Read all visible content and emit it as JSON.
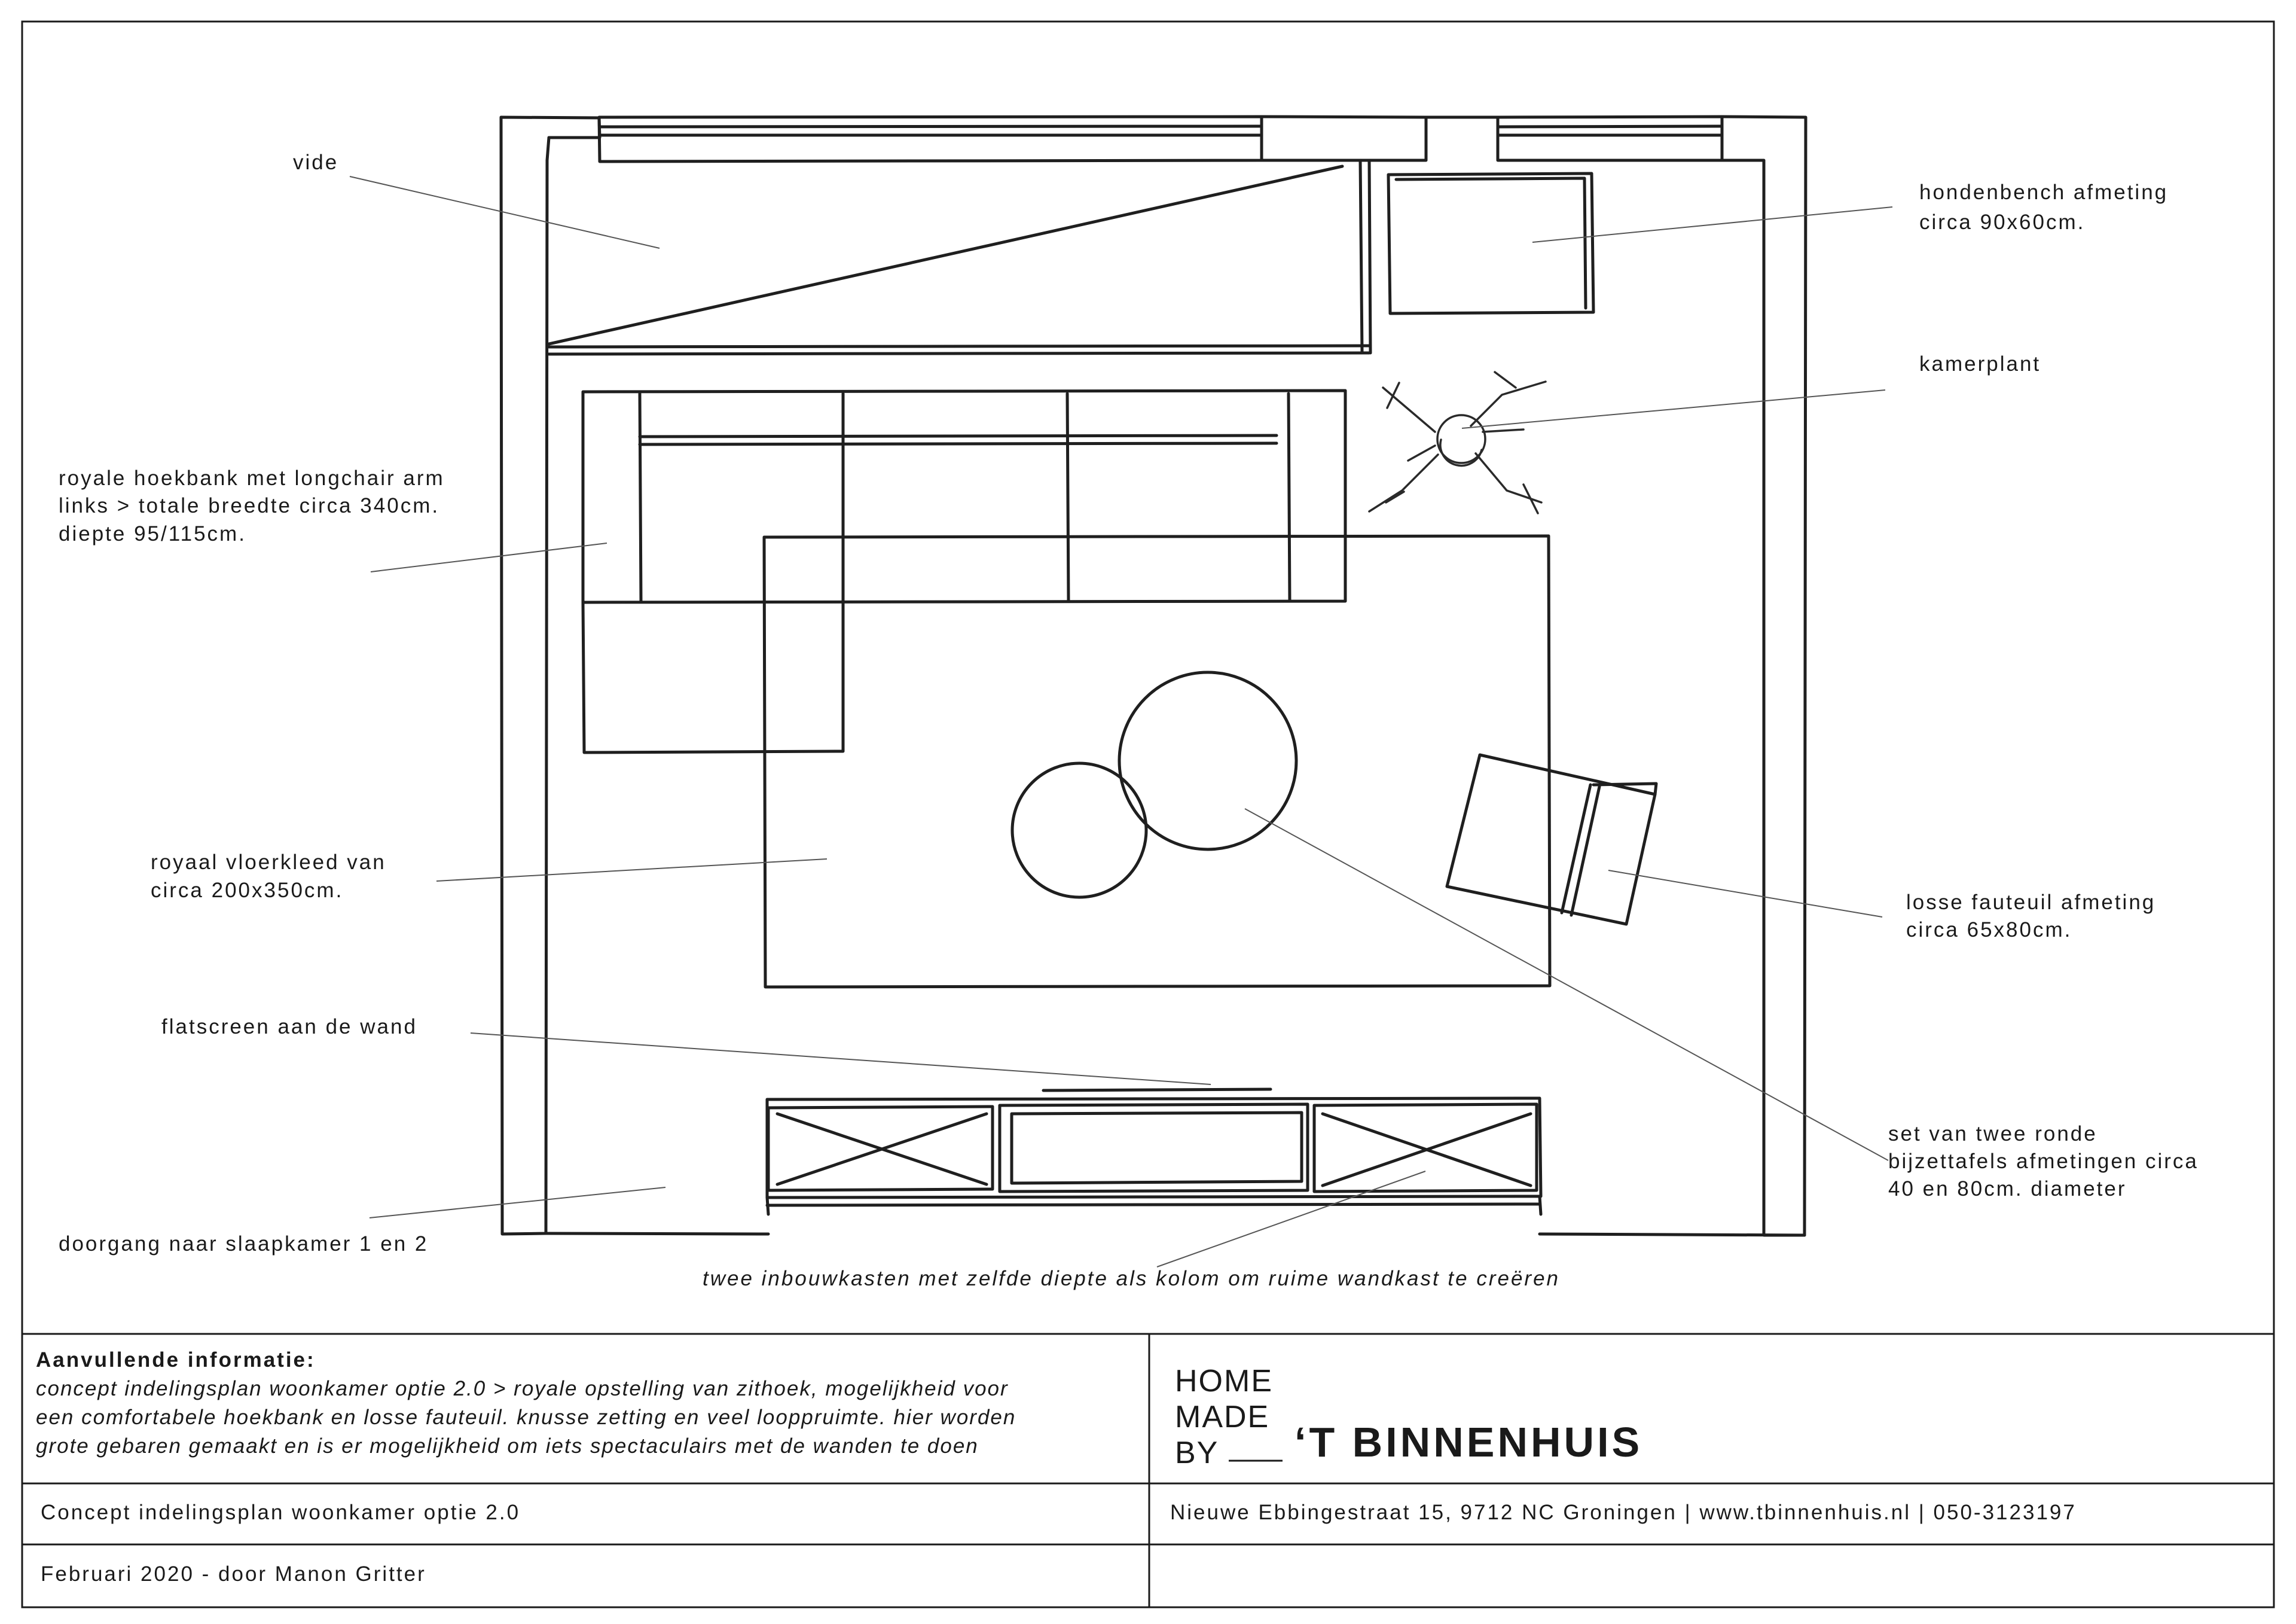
{
  "plan": {
    "labels": {
      "vide": "vide",
      "hondenbench": [
        "hondenbench afmeting",
        "circa 90x60cm."
      ],
      "kamerplant": "kamerplant",
      "hoekbank": [
        "royale hoekbank met longchair arm",
        "links > totale breedte circa 340cm.",
        "diepte 95/115cm."
      ],
      "vloerkleed": [
        "royaal vloerkleed van",
        "circa 200x350cm."
      ],
      "fauteuil": [
        "losse fauteuil afmeting",
        "circa 65x80cm."
      ],
      "flatscreen": "flatscreen aan de wand",
      "bijzettafels": [
        "set van twee ronde",
        "bijzettafels afmetingen circa",
        "40 en 80cm. diameter"
      ],
      "doorgang": "doorgang naar slaapkamer 1 en 2",
      "inbouwkasten": "twee inbouwkasten met zelfde diepte als kolom om ruime wandkast te creëren"
    }
  },
  "titleblock": {
    "info_heading": "Aanvullende informatie:",
    "info_lines": [
      "concept indelingsplan woonkamer optie 2.0 > royale opstelling van zithoek, mogelijkheid voor",
      "een comfortabele hoekbank en losse fauteuil. knusse zetting en veel looppruimte. hier worden",
      "grote gebaren gemaakt en is er mogelijkheid om iets spectaculairs met de wanden te doen"
    ],
    "logo": {
      "line1": "HOME",
      "line2": "MADE",
      "line3": "BY",
      "brand": "‘T BINNENHUIS"
    },
    "title": "Concept indelingsplan woonkamer optie 2.0",
    "address": "Nieuwe Ebbingestraat 15, 9712 NC Groningen | www.tbinnenhuis.nl | 050-3123197",
    "date_author": "Februari 2020 - door Manon Gritter"
  }
}
